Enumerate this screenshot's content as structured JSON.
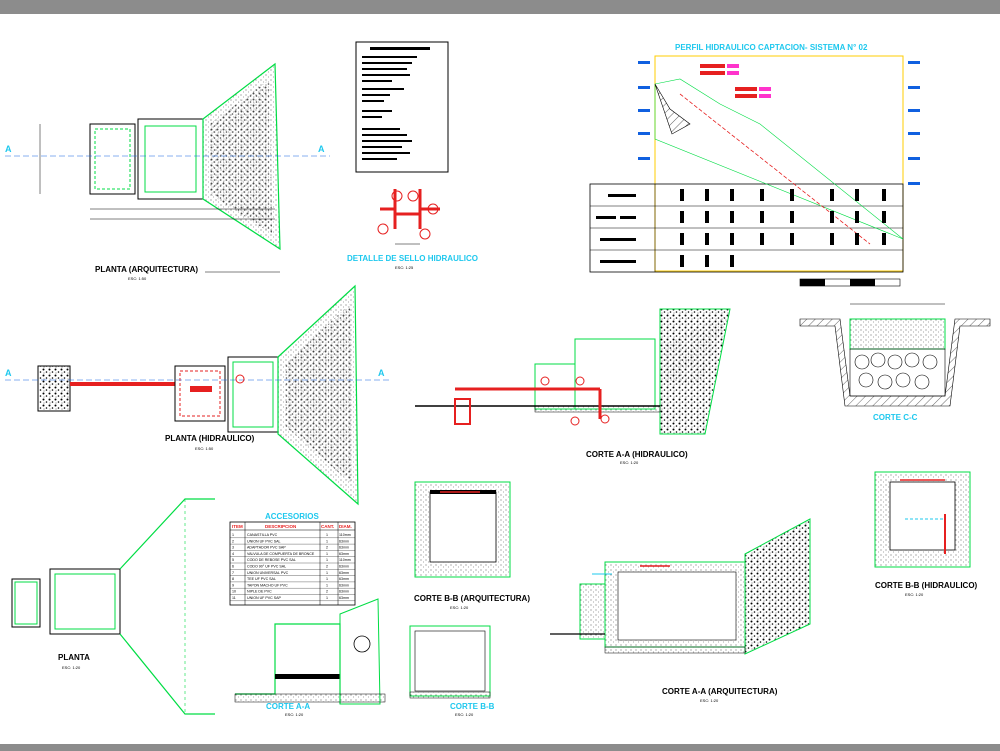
{
  "titles": {
    "planta_arq": "PLANTA (ARQUITECTURA)",
    "planta_hid": "PLANTA (HIDRAULICO)",
    "planta": "PLANTA",
    "detalle_sello": "DETALLE DE SELLO HIDRAULICO",
    "perfil": "PERFIL HIDRAULICO CAPTACION- SISTEMA N° 02",
    "corte_cc": "CORTE C-C",
    "corte_aa_hid": "CORTE A-A (HIDRAULICO)",
    "corte_bb_arq": "CORTE B-B (ARQUITECTURA)",
    "corte_bb_hid": "CORTE B-B (HIDRAULICO)",
    "corte_aa_arq": "CORTE A-A (ARQUITECTURA)",
    "corte_aa": "CORTE A-A",
    "corte_bb": "CORTE B-B",
    "accesorios": "ACCESORIOS"
  },
  "scales": {
    "s1": "ESC: 1:50",
    "s2": "ESC: 1:20",
    "s3": "ESC: 1:25"
  },
  "accesorios": {
    "headers": [
      "ITEM",
      "DESCRIPCION",
      "CANT.",
      "DIAM."
    ],
    "rows": [
      [
        "1",
        "CANASTILLA PVC",
        "1",
        "110mm"
      ],
      [
        "2",
        "UNION UF PVC SAL",
        "1",
        "63mm"
      ],
      [
        "3",
        "ADAPTADOR PVC SAP",
        "2",
        "63mm"
      ],
      [
        "4",
        "VALVULA DE COMPUERTA DE BRONCE",
        "1",
        "63mm"
      ],
      [
        "5",
        "CODO DE REBOSE PVC SAL",
        "1",
        "110mm"
      ],
      [
        "6",
        "CODO 90° UF PVC SAL",
        "2",
        "63mm"
      ],
      [
        "7",
        "UNION UNIVERSAL PVC",
        "1",
        "63mm"
      ],
      [
        "8",
        "TEE UF PVC SAL",
        "1",
        "63mm"
      ],
      [
        "9",
        "TAPON MACHO UF PVC",
        "1",
        "63mm"
      ],
      [
        "10",
        "NIPLE DE PVC",
        "2",
        "63mm"
      ],
      [
        "11",
        "UNION UF PVC SAP",
        "1",
        "63mm"
      ]
    ]
  },
  "colors": {
    "green": "#00dd44",
    "red": "#e62020",
    "cyan": "#1ec8ee",
    "blue": "#1060e0",
    "magenta": "#ff33cc",
    "gray": "#8c8c8c"
  }
}
